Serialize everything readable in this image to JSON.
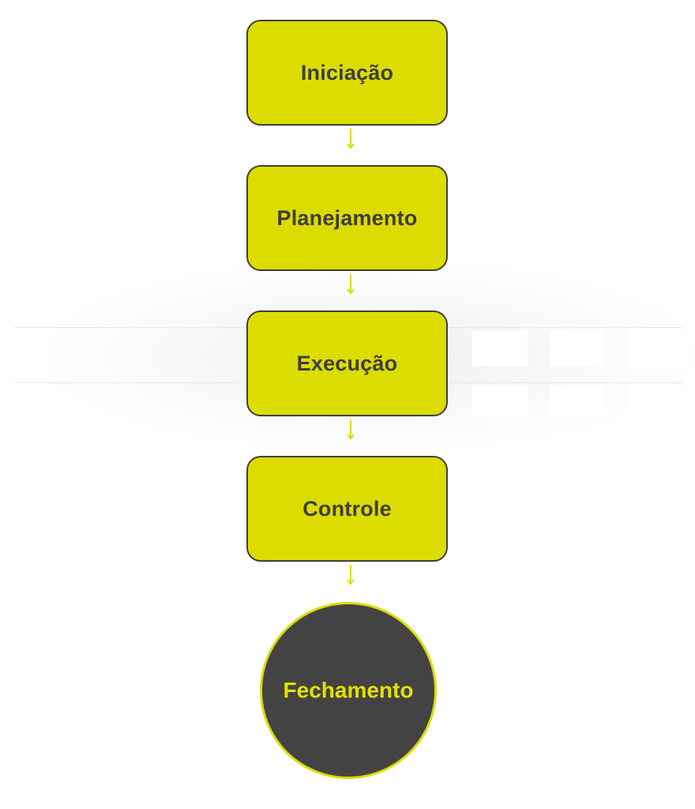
{
  "diagram": {
    "steps": [
      {
        "label": "Iniciação"
      },
      {
        "label": "Planejamento"
      },
      {
        "label": "Execução"
      },
      {
        "label": "Controle"
      }
    ],
    "final": {
      "label": "Fechamento"
    }
  },
  "colors": {
    "box_fill": "#dcdc00",
    "box_border": "#3f3f3f",
    "text_dark": "#3d3d3d",
    "final_fill": "#444343",
    "final_text": "#e2e200",
    "arrow": "#dcdc00"
  }
}
